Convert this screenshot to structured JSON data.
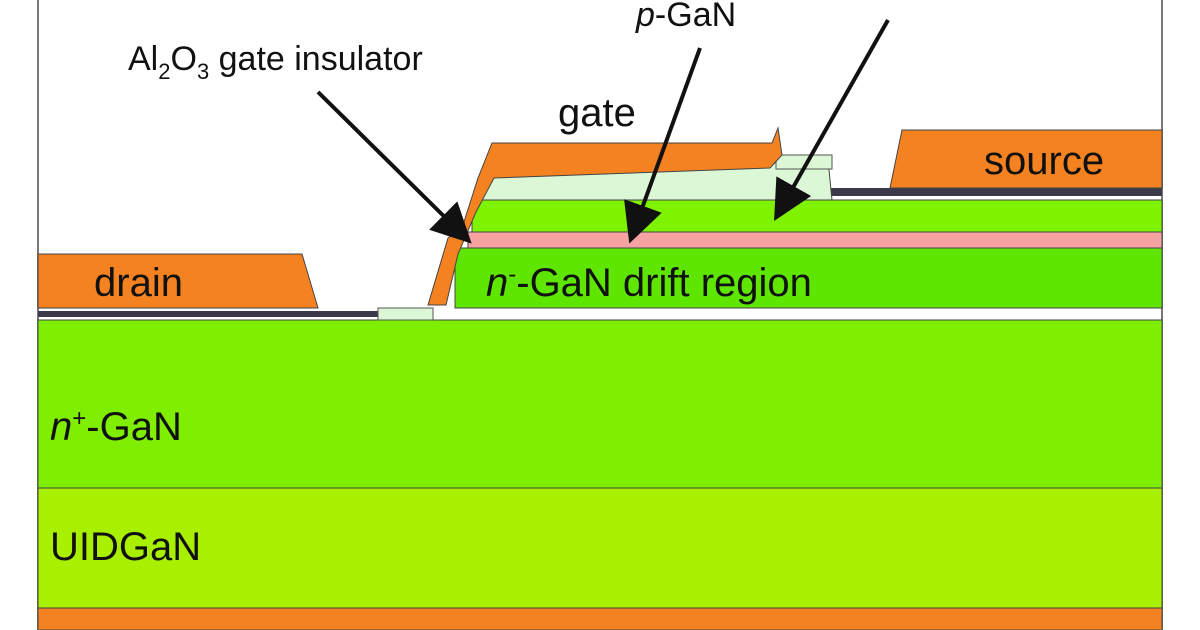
{
  "labels": {
    "p_gan_prefix": "p",
    "p_gan_suffix": "-GaN",
    "gate_insulator_al": "Al",
    "gate_insulator_sub2": "2",
    "gate_insulator_o": "O",
    "gate_insulator_sub3": "3",
    "gate_insulator_suffix": " gate insulator",
    "gate": "gate",
    "source": "source",
    "drain": "drain",
    "drift_prefix": "n",
    "drift_sup": "-",
    "drift_suffix": "-GaN drift region",
    "nplus_prefix": "n",
    "nplus_sup": "+",
    "nplus_suffix": "-GaN",
    "uid_gan": "UIDGaN"
  },
  "colors": {
    "metal": "#f58220",
    "n_gan": "#80ee00",
    "n_drift": "#5ee600",
    "uid_gan": "#a8f000",
    "p_gan": "#f7a3a3",
    "upper_layer": "#7ff200",
    "dielectric": "#dcf7d6",
    "edge": "#333333"
  }
}
